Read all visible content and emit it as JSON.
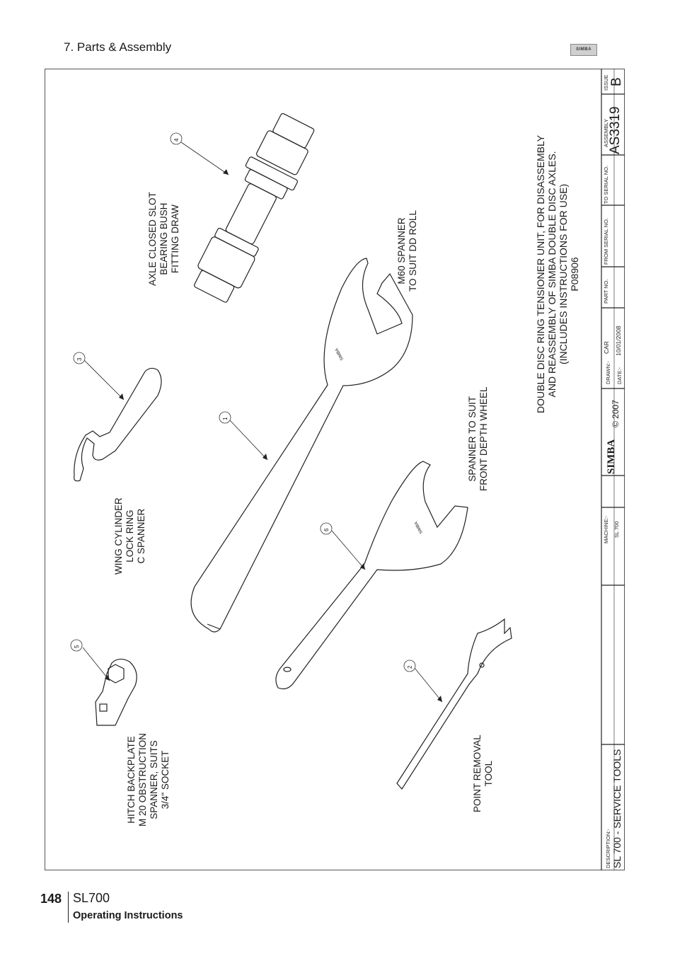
{
  "header": {
    "section_title": "7. Parts & Assembly",
    "logo_text": "SIMBA"
  },
  "parts": {
    "p4": {
      "number": "4",
      "lines": [
        "AXLE CLOSED SLOT",
        "BEARING BUSH",
        "FITTING DRAW"
      ]
    },
    "p1": {
      "number": "1",
      "lines": [
        "M60 SPANNER",
        "TO SUIT DD ROLL"
      ],
      "stamp": "SIMBA"
    },
    "p3": {
      "number": "3",
      "lines": [
        "WING CYLINDER",
        "LOCK RING",
        "C SPANNER"
      ]
    },
    "p6": {
      "number": "6",
      "lines": [
        "SPANNER TO SUIT",
        "FRONT DEPTH WHEEL"
      ],
      "stamp": "SIMBA"
    },
    "p5": {
      "number": "5",
      "lines": [
        "HITCH BACKPLATE",
        "M 20 OBSTRUCTION",
        "SPANNER, SUITS",
        "3/4\" SOCKET"
      ]
    },
    "p2": {
      "number": "2",
      "lines": [
        "POINT REMOVAL",
        "TOOL"
      ]
    }
  },
  "assembly_note": {
    "lines": [
      "DOUBLE DISC RING TENSIONER UNIT, FOR DISASSEMBLY",
      "AND REASSEMBLY OF SIMBA DOUBLE DISC AXLES.",
      "(INCLUDES INSTRUCTIONS FOR USE)",
      "P08906"
    ]
  },
  "title_block": {
    "issue_label": "ISSUE",
    "issue": "B",
    "assembly_label": "ASSEMBLY",
    "assembly": "AS3319",
    "to_serial_label": "TO SERIAL NO.",
    "from_serial_label": "FROM SERIAL NO.",
    "part_no_label": "PART NO.",
    "drawn_label": "DRAWN:-",
    "drawn": "CAR",
    "date_label": "DATE:-",
    "date": "10/01/2008",
    "copyright": "© 2007",
    "brand": "SIMBA",
    "machine_label": "MACHINE:-",
    "machine": "SL 700",
    "description_label": "DESCRIPTION:-",
    "description": "SL 700 - SERVICE TOOLS"
  },
  "footer": {
    "page_number": "148",
    "model": "SL700",
    "subtitle": "Operating Instructions"
  }
}
